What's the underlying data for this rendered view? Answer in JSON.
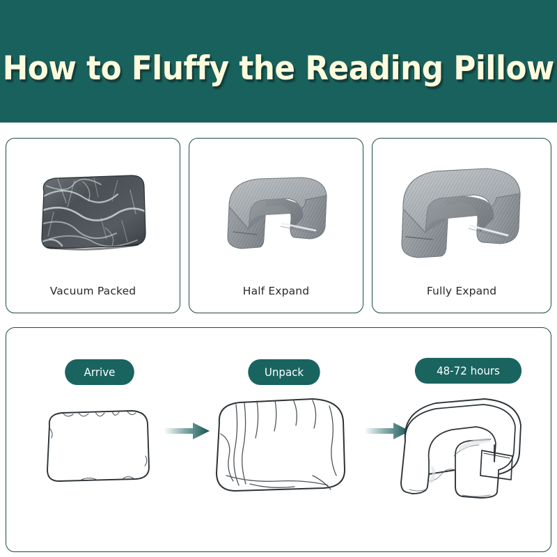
{
  "header": {
    "title": "How to Fluffy the Reading Pillow",
    "background_color": "#19615C",
    "title_color": "#FDFBDD"
  },
  "theme": {
    "teal": "#1A6460",
    "border_green": "#1D4B42",
    "badge_text": "#FFFFFF",
    "caption_text": "#26282B",
    "foam_gray": "#9BA0A4",
    "bag_dark": "#4A4F54",
    "page_background": "#FFFFFF"
  },
  "stages": {
    "cards": [
      {
        "caption": "Vacuum Packed",
        "figure": "vacuum-sealed-bag"
      },
      {
        "caption": "Half Expand",
        "figure": "u-shaped-foam-pillow-half"
      },
      {
        "caption": "Fully Expand",
        "figure": "u-shaped-foam-pillow-full"
      }
    ]
  },
  "timeline": {
    "badges": [
      {
        "label": "Arrive"
      },
      {
        "label": "Unpack"
      },
      {
        "label": "48-72 hours"
      }
    ],
    "illustrations": [
      {
        "name": "flat-package-outline"
      },
      {
        "name": "puffy-package-outline"
      },
      {
        "name": "expanded-pillow-outline"
      }
    ],
    "arrows": [
      {
        "name": "progress-arrow-1"
      },
      {
        "name": "progress-arrow-2"
      }
    ]
  }
}
